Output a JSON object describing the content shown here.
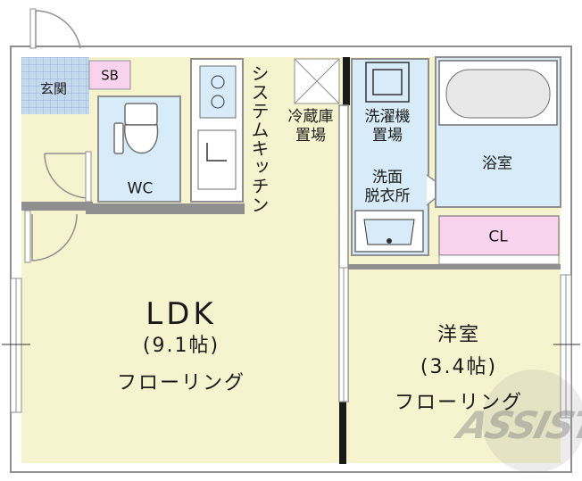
{
  "rooms": {
    "genkan": "玄関",
    "sb": "SB",
    "wc": "WC",
    "kitchen": "システムキッチン",
    "fridge": [
      "冷蔵庫",
      "置場"
    ],
    "washer": [
      "洗濯機",
      "置場"
    ],
    "washroom": [
      "洗面",
      "脱衣所"
    ],
    "bath": "浴室",
    "cl": "CL",
    "ldk": {
      "name": "LDK",
      "size": "(9.1帖)",
      "floor": "フローリング"
    },
    "western": {
      "name": "洋室",
      "size": "(3.4帖)",
      "floor": "フローリング"
    }
  },
  "watermark": "ASSIST",
  "colors": {
    "floor_yellow": "#f6f4cf",
    "wet_blue": "#d7ecf8",
    "closet_pink": "#f9d2ee",
    "entrance_tile": "#b4cde8",
    "wall_gray": "#8f8f8f",
    "wall_dark": "#1a1a1a"
  }
}
